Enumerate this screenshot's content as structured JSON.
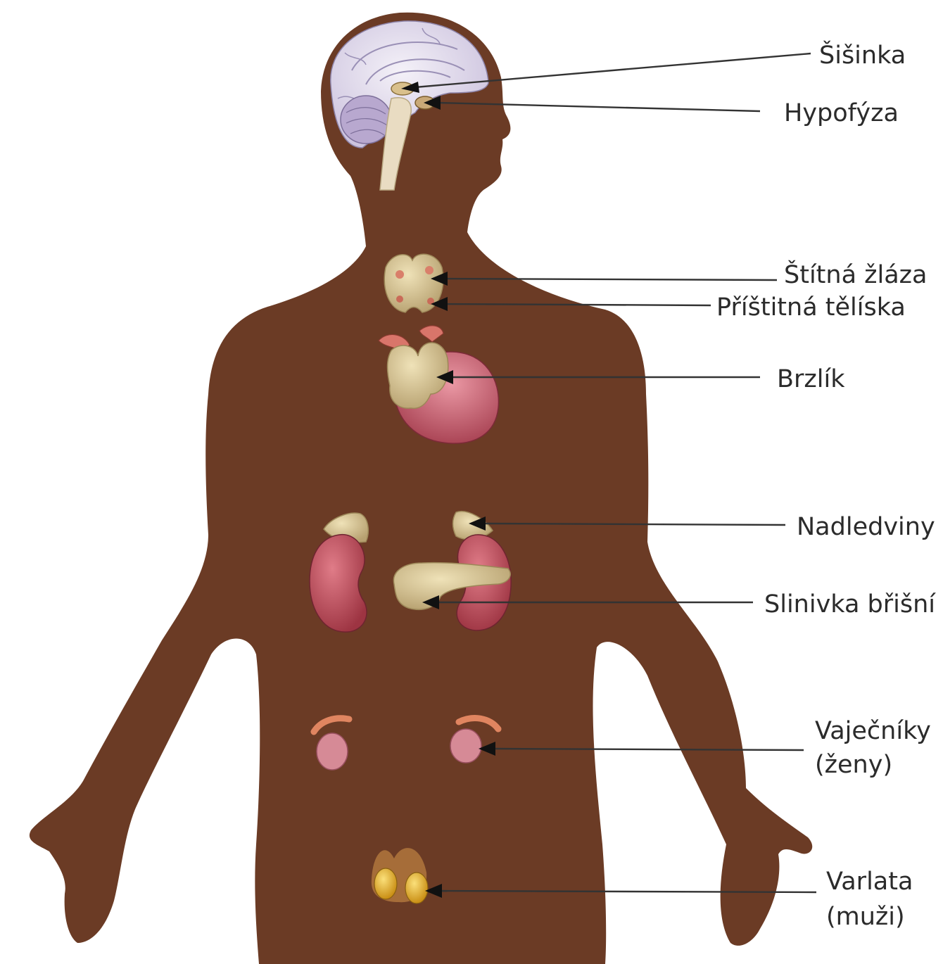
{
  "colors": {
    "body": "#6b3b25",
    "brain": "#e6e0ef",
    "gland": "#d8c496",
    "kidney": "#b84a58",
    "heart": "#c75a6a",
    "ovary": "#d68a96",
    "testis": "#e3b52e",
    "label": "#2b2b2b",
    "line": "#333333"
  },
  "labels": {
    "pineal": "Šišinka",
    "pituitary": "Hypofýza",
    "thyroid": "Štítná žláza",
    "parathyroid": "Příštitná tělíska",
    "thymus": "Brzlík",
    "adrenals": "Nadledviny",
    "pancreas": "Slinivka břišní",
    "ovaries_line1": "Vaječníky",
    "ovaries_line2": "(ženy)",
    "testes_line1": "Varlata",
    "testes_line2": "(muži)"
  }
}
